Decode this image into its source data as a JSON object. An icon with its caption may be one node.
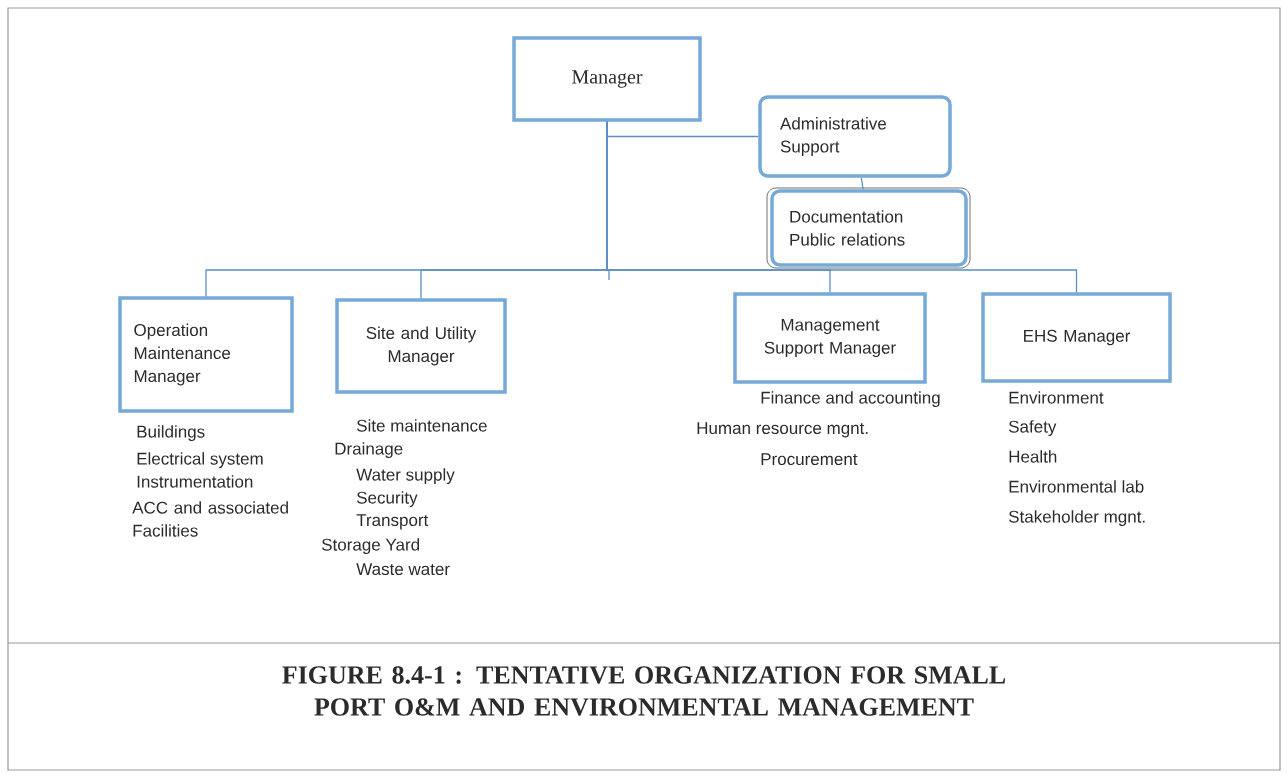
{
  "diagram": {
    "caption": "FIGURE 8.4-1 : TENTATIVE ORGANIZATION FOR SMALL PORT O&M AND ENVIRONMENTAL MANAGEMENT",
    "nodes": [
      {
        "text": [
          "Manager"
        ]
      },
      {
        "text": [
          "Administrative Support"
        ]
      },
      {
        "text": [
          "Documentation Public relations"
        ]
      },
      {
        "text": [
          "Operation Maintenance Manager"
        ],
        "beside": [
          "Buildings",
          "Electrical system",
          "Instrumentation",
          "ACC and associated Facilities"
        ]
      },
      {
        "text": [
          "Site and Utility Manager"
        ],
        "beside": [
          "Site maintenance",
          "Drainage",
          "Water supply",
          "Security",
          "Transport",
          "Storage Yard",
          "Waste water"
        ]
      },
      {
        "text": [
          "Management Support Manager"
        ],
        "beside": [
          "Finance and accounting",
          "Human resource mgnt.",
          "Procurement"
        ]
      },
      {
        "text": [
          "EHS Manager"
        ],
        "beside": [
          "Environment",
          "Safety",
          "Health",
          "Environmental lab",
          "Stakeholder mgnt."
        ]
      }
    ],
    "edges": [
      {
        "from": 0,
        "to": 1,
        "arrow": "none"
      },
      {
        "from": 1,
        "to": 2,
        "arrow": "none"
      },
      {
        "from": 0,
        "to": 3,
        "arrow": "none"
      },
      {
        "from": 0,
        "to": 4,
        "arrow": "none"
      },
      {
        "from": 0,
        "to": 5,
        "arrow": "none"
      },
      {
        "from": 0,
        "to": 6,
        "arrow": "none"
      }
    ]
  }
}
